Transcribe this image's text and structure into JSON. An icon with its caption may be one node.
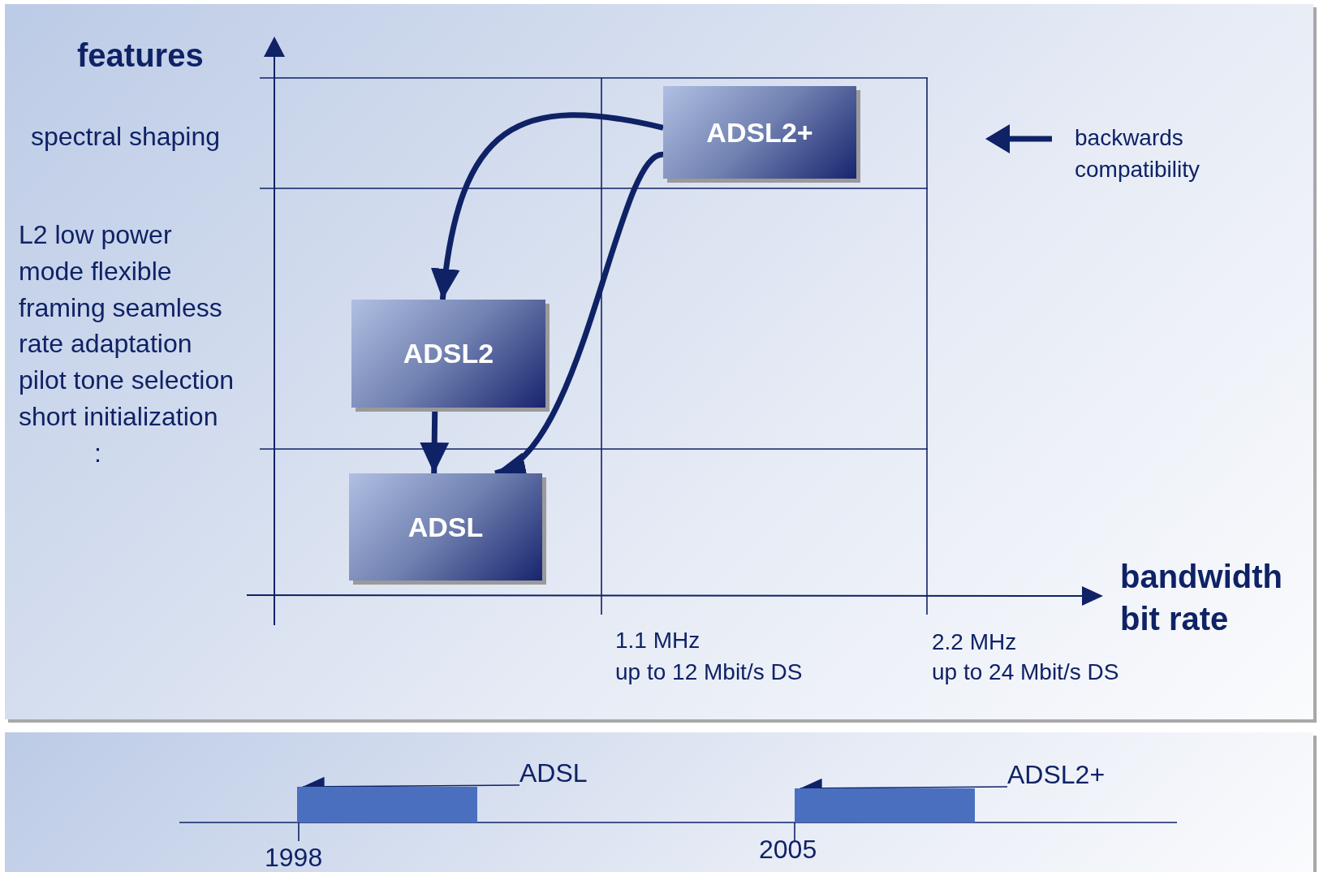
{
  "diagram": {
    "nodes": [
      {
        "text": [
          "ADSL2+"
        ]
      },
      {
        "text": [
          "ADSL2"
        ]
      },
      {
        "text": [
          "ADSL"
        ]
      },
      {
        "text": [
          "ADSL"
        ]
      },
      {
        "text": [
          "ADSL2+"
        ]
      },
      {
        "text": [],
        "shape": "bar"
      },
      {
        "text": [],
        "shape": "bar"
      }
    ],
    "edges": [
      {
        "from": 0,
        "to": 1,
        "arrow": "to"
      },
      {
        "from": 0,
        "to": 2,
        "arrow": "to"
      },
      {
        "from": 1,
        "to": 2,
        "arrow": "to"
      },
      {
        "from": 3,
        "to": 5,
        "arrow": "to"
      },
      {
        "from": 4,
        "to": 6,
        "arrow": "to"
      }
    ],
    "labels": [
      "features",
      "spectral shaping",
      "L2 low power",
      "mode flexible",
      "framing seamless",
      "rate adaptation",
      "pilot tone selection",
      "short initialization",
      ":",
      "bandwidth",
      "bit rate",
      "1.1 MHz",
      "up to 12 Mbit/s DS",
      "2.2 MHz",
      "up to 24 Mbit/s DS",
      "1998",
      "2005"
    ],
    "legend": [
      {
        "text": "backwards compatibility"
      }
    ]
  }
}
